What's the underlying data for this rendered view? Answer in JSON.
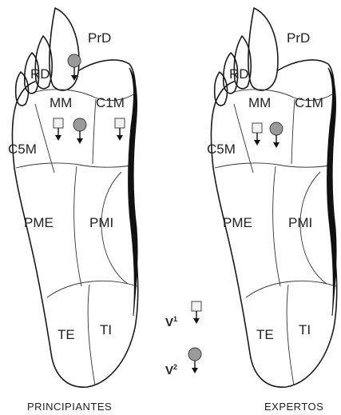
{
  "regions": {
    "prd": "PrD",
    "rd": "RD",
    "mm": "MM",
    "c1m": "C1M",
    "c5m": "C5M",
    "pme": "PME",
    "pmi": "PMI",
    "te": "TE",
    "ti": "TI"
  },
  "captions": {
    "left": "PRINCIPIANTES",
    "right": "EXPERTOS"
  },
  "legend": {
    "v1_base": "V",
    "v1_sup": "1",
    "v2_base": "V",
    "v2_sup": "2"
  },
  "colors": {
    "marker_square_fill": "#f2f2f2",
    "marker_circle_fill": "#9a9a9a",
    "outline": "#1a1a1a"
  }
}
